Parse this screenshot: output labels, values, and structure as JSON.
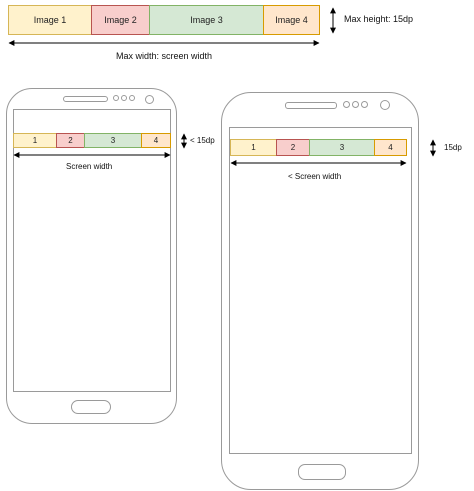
{
  "top_strip": {
    "images": [
      "Image 1",
      "Image 2",
      "Image 3",
      "Image 4"
    ],
    "height_label": "Max height: 15dp",
    "width_label": "Max width: screen width"
  },
  "phone_left": {
    "segments": [
      "1",
      "2",
      "3",
      "4"
    ],
    "height_label": "< 15dp",
    "width_label": "Screen width"
  },
  "phone_right": {
    "segments": [
      "1",
      "2",
      "3",
      "4"
    ],
    "height_label": "15dp",
    "width_label": "< Screen width"
  },
  "colors": {
    "yellow": "#fff2cc",
    "red": "#f8cecc",
    "green": "#d5e8d4",
    "orange": "#ffe6cc",
    "outline": "#9a9a9a"
  }
}
